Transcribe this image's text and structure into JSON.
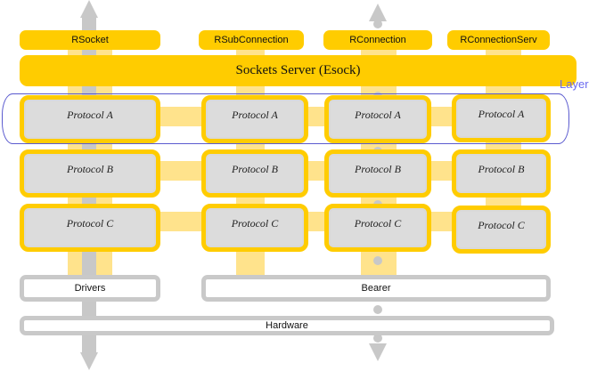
{
  "api_classes": [
    "RSocket",
    "RSubConnection",
    "RConnection",
    "RConnectionServ"
  ],
  "server_label": "Sockets Server (Esock)",
  "layer_label": "Layer",
  "protocol_rows": [
    [
      "Protocol A",
      "Protocol A",
      "Protocol A",
      "Protocol A"
    ],
    [
      "Protocol B",
      "Protocol B",
      "Protocol B",
      "Protocol B"
    ],
    [
      "Protocol C",
      "Protocol C",
      "Protocol C",
      "Protocol C"
    ]
  ],
  "drivers_label": "Drivers",
  "bearer_label": "Bearer",
  "hardware_label": "Hardware",
  "colors": {
    "accent": "#ffcc00",
    "connector": "#ffe38c",
    "box_fill": "#dcdcdc",
    "flow_gray": "#c8c8c8",
    "layer_outline": "#5a5acf"
  }
}
